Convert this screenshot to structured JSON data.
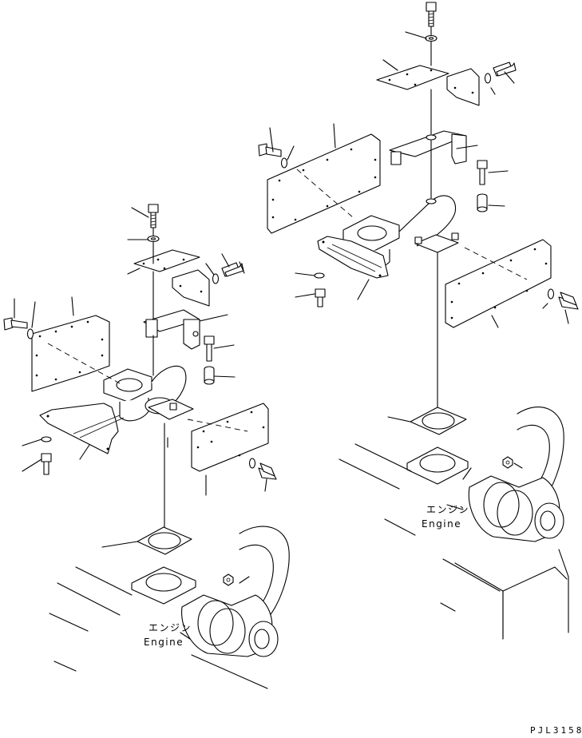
{
  "left_assembly": {
    "engine_label_jp": "エンジン",
    "engine_label_en": "Engine"
  },
  "right_assembly": {
    "engine_label_jp": "エンジン",
    "engine_label_en": "Engine"
  },
  "drawing_code": "PJL3158"
}
